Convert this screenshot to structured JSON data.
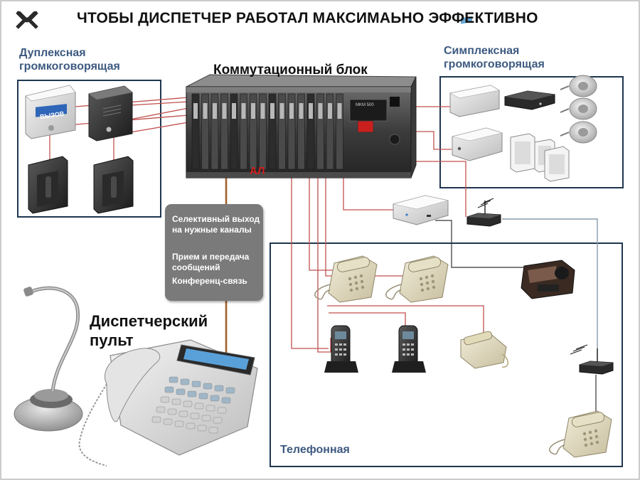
{
  "title": "ЧТОБЫ ДИСПЕТЧЕР РАБОТАЛ МАКСИМАЬНО ЭФФЕКТИВНО",
  "labels": {
    "duplex_line1": "Дуплексная",
    "duplex_line2": "громкоговорящая",
    "simplex_line1": "Симплексная",
    "simplex_line2": "громкоговорящая",
    "switch_block": "Коммутационный блок",
    "al": "АЛ",
    "console_line1": "Диспетчерский",
    "console_line2": "пульт",
    "telephone": "Телефонная"
  },
  "callout": {
    "item1": "Селективный выход на нужные каналы",
    "item2": "Прием и передача сообщений",
    "item3": "Конференц-связь"
  },
  "device_text": {
    "call_button": "ВЫЗОВ",
    "rack_model": "MKM 500"
  },
  "colors": {
    "group_label": "#3d5a80",
    "al_label": "#d41c1c",
    "signal_line": "#c0504d",
    "trunk_line": "#a0622a",
    "box_border": "#1f3650",
    "callout_bg": "#7a7a7a",
    "grey_line": "#8a9aa8"
  }
}
